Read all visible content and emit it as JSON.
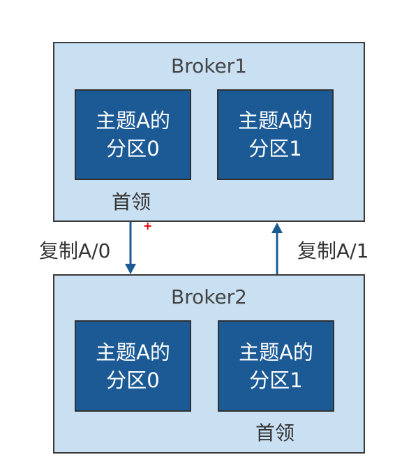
{
  "brokers": [
    {
      "title": "Broker1",
      "partitions": [
        {
          "line1": "主题A的",
          "line2": "分区0"
        },
        {
          "line1": "主题A的",
          "line2": "分区1"
        }
      ],
      "leader_label": "首领"
    },
    {
      "title": "Broker2",
      "partitions": [
        {
          "line1": "主题A的",
          "line2": "分区0"
        },
        {
          "line1": "主题A的",
          "line2": "分区1"
        }
      ],
      "leader_label": "首领"
    }
  ],
  "replication": {
    "down_label": "复制A/0",
    "up_label": "复制A/1"
  },
  "colors": {
    "broker_fill": "#c9dff2",
    "partition_fill": "#1c5a96",
    "arrow": "#1c5a96"
  }
}
